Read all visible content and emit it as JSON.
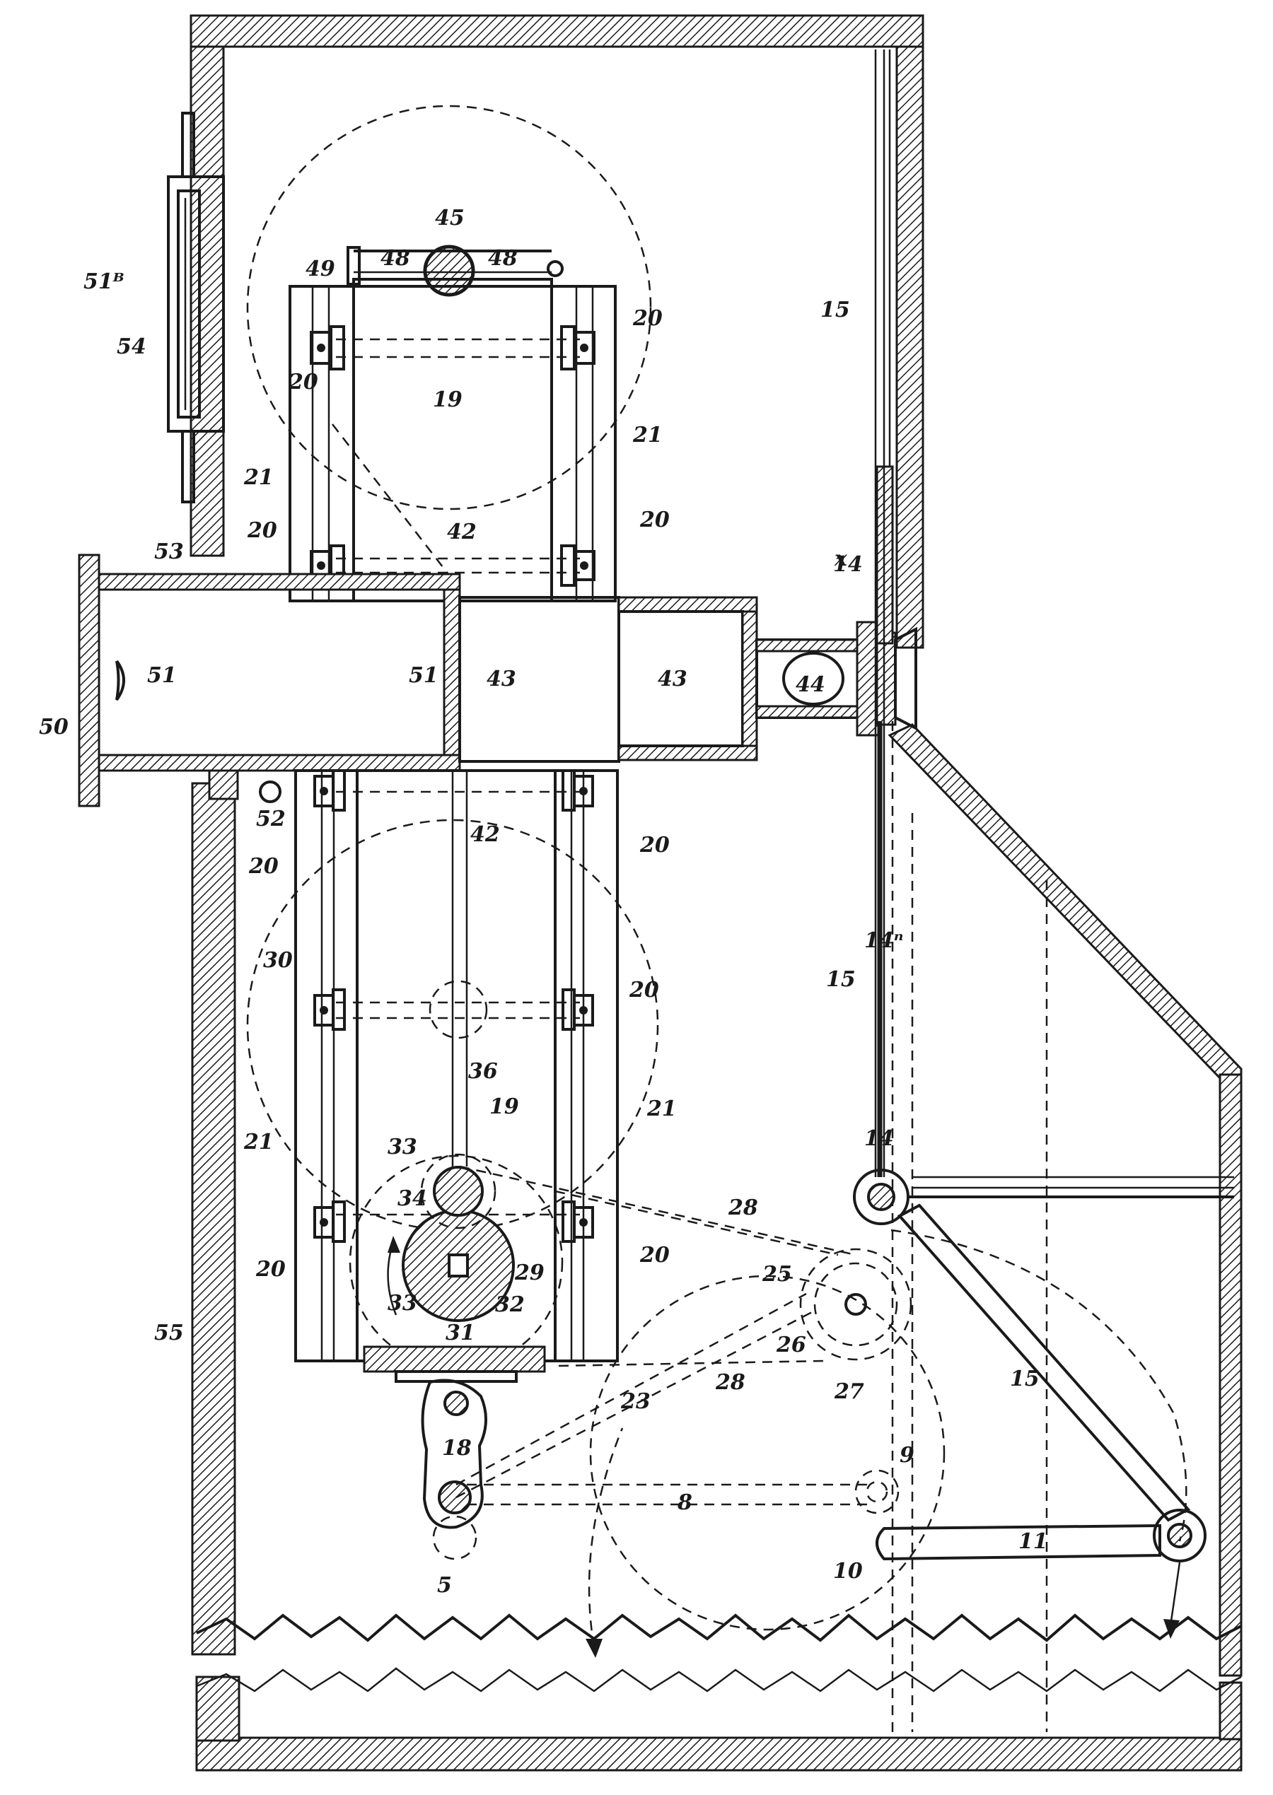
{
  "references": {
    "r45": "45",
    "r48a": "48",
    "r48b": "48",
    "r49": "49",
    "r20a": "20",
    "r20b": "20",
    "r20c": "20",
    "r20d": "20",
    "r20e": "20",
    "r20f": "20",
    "r20g": "20",
    "r20h": "20",
    "r20i": "20",
    "r19a": "19",
    "r19b": "19",
    "r21a": "21",
    "r21b": "21",
    "r21c": "21",
    "r21d": "21",
    "r15a": "15",
    "r15b": "15",
    "r15c": "15",
    "r51b": "51ᴮ",
    "r54": "54",
    "r53": "53",
    "r42a": "42",
    "r42b": "42",
    "r14x": "14",
    "r14xb": "x",
    "r14n": "14ⁿ",
    "r14": "14",
    "r51a": "51",
    "r51c": "51",
    "r43a": "43",
    "r43b": "43",
    "r44": "44",
    "r50": "50",
    "r52": "52",
    "r30": "30",
    "r36": "36",
    "r33a": "33",
    "r34": "34",
    "r33b": "33",
    "r32": "32",
    "r29": "29",
    "r31": "31",
    "r28a": "28",
    "r28b": "28",
    "r25": "25",
    "r26": "26",
    "r27": "27",
    "r23": "23",
    "r18": "18",
    "r8": "8",
    "r9": "9",
    "r10": "10",
    "r11": "11",
    "r5": "5",
    "r55": "55"
  },
  "colors": {
    "ink": "#1a1a1a",
    "paper": "#ffffff"
  }
}
